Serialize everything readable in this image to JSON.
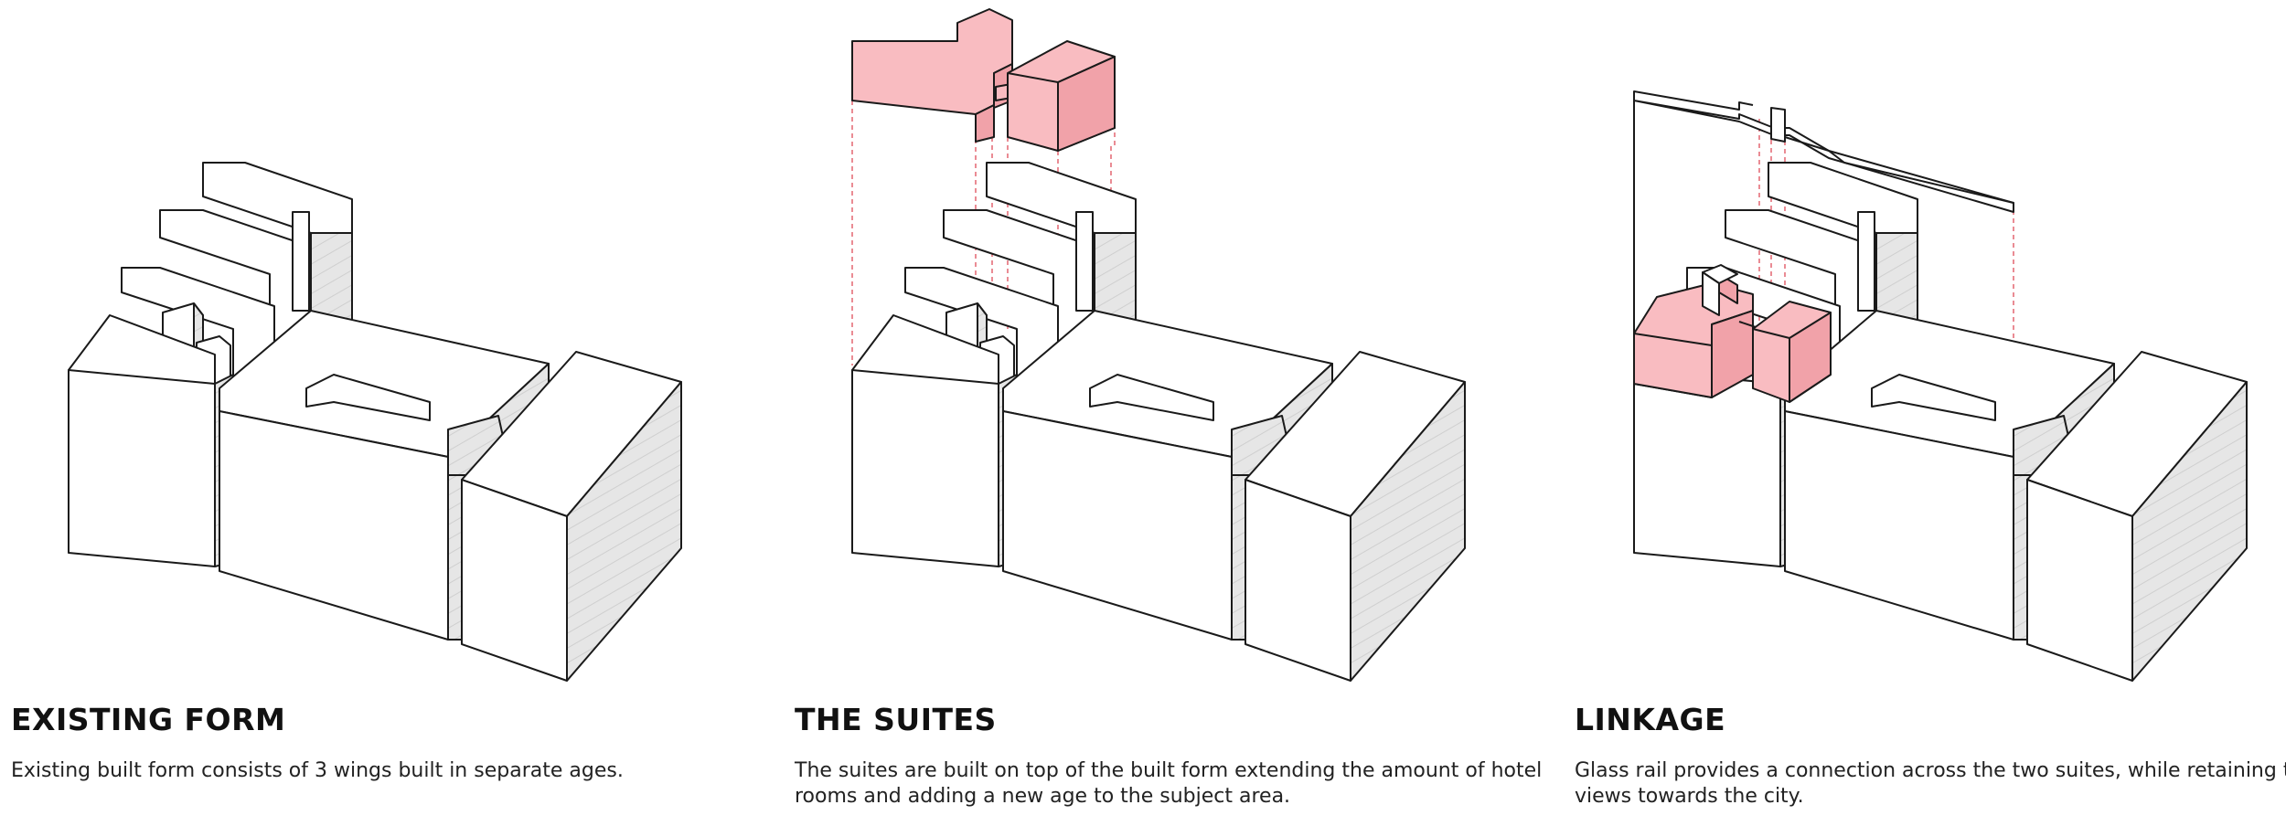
{
  "colors": {
    "background": "#ffffff",
    "outline": "#1a1a1a",
    "hatch_face": "#e6e6e6",
    "accent_pink": "#f9bcc1",
    "accent_pink_side": "#f1a2a9",
    "projection_line": "#e05a66"
  },
  "panels": [
    {
      "title": "EXISTING FORM",
      "description": "Existing built form consists of 3 wings built in separate ages."
    },
    {
      "title": "THE SUITES",
      "description": "The suites are built on top of the built form extending the amount of hotel rooms and adding a new age to the subject area."
    },
    {
      "title": "LINKAGE",
      "description": "Glass rail provides a connection across the two suites, while retaining the views towards the city."
    }
  ]
}
